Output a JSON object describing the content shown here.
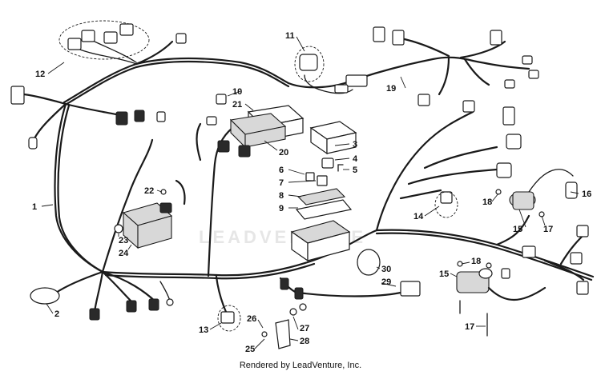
{
  "footer_text": "Rendered by LeadVenture, Inc.",
  "watermark_text": "LEADVENTURE",
  "callouts": [
    "1",
    "2",
    "3",
    "4",
    "5",
    "6",
    "7",
    "8",
    "9",
    "10",
    "11",
    "12",
    "13",
    "14",
    "15",
    "15",
    "16",
    "17",
    "17",
    "18",
    "18",
    "19",
    "20",
    "21",
    "22",
    "23",
    "24",
    "25",
    "26",
    "27",
    "28",
    "29",
    "30"
  ]
}
